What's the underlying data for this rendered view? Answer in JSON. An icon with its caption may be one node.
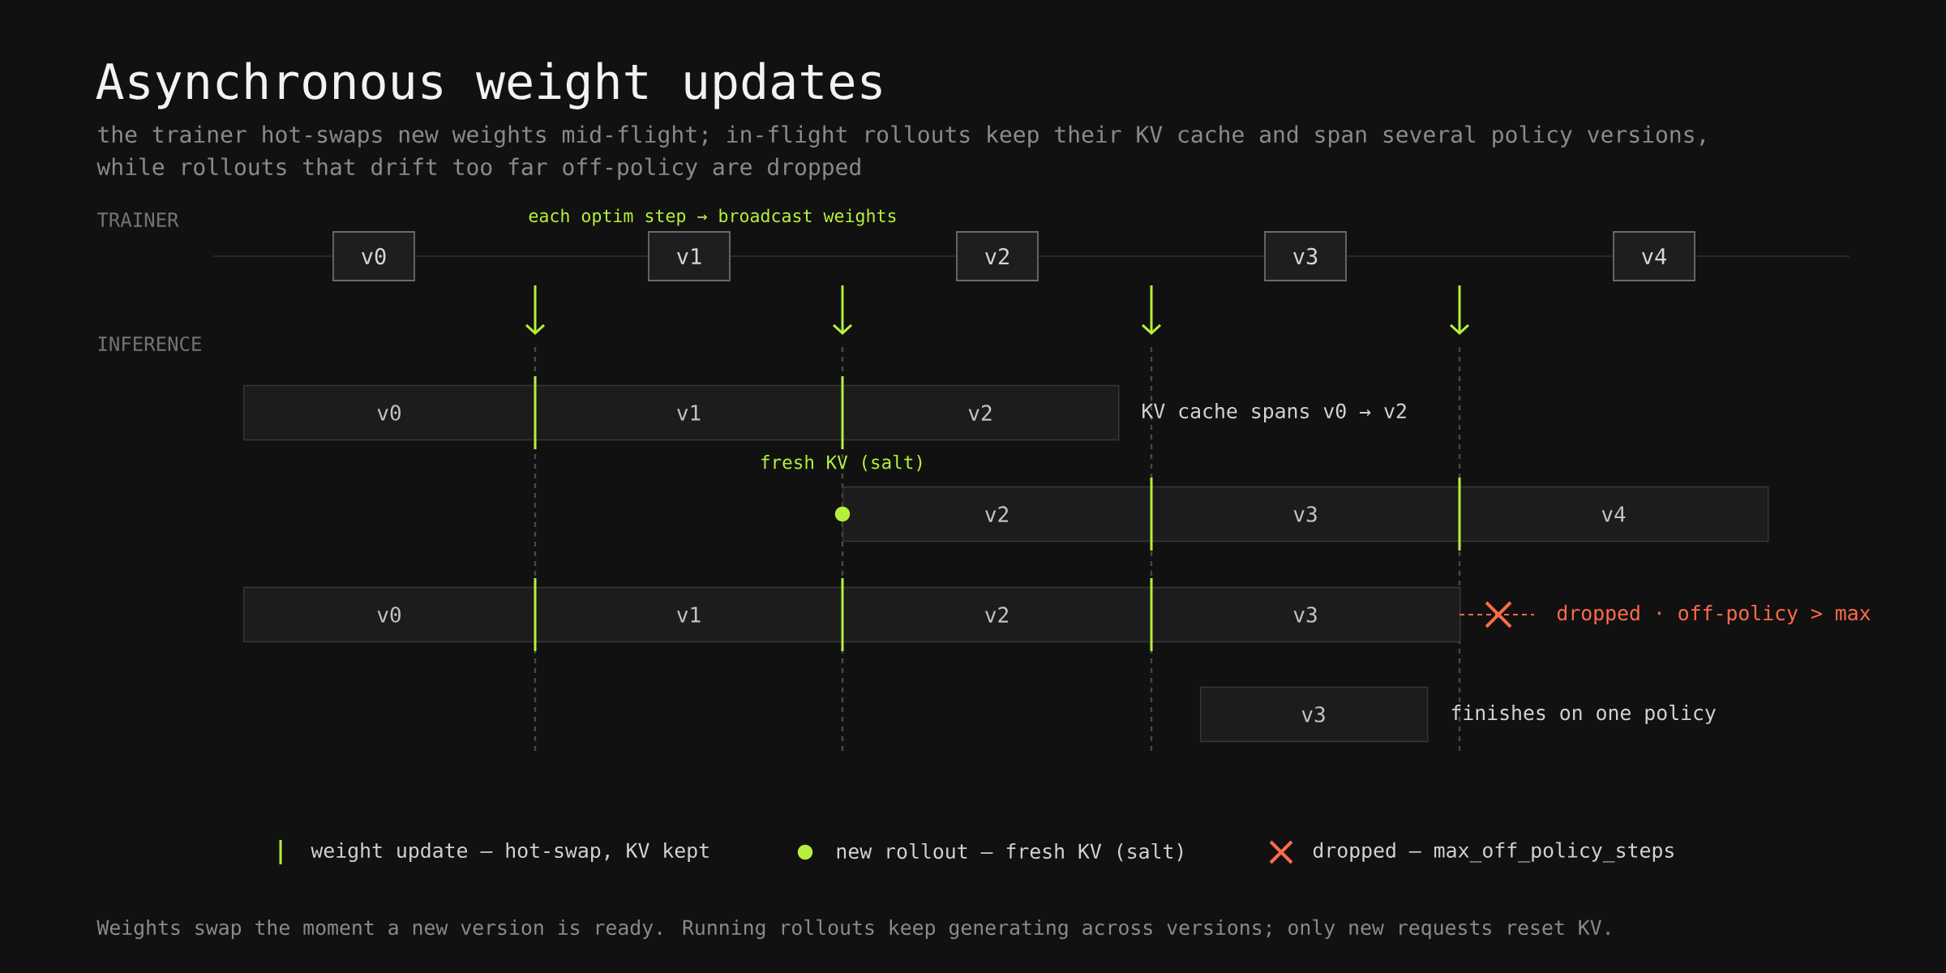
{
  "diagram": {
    "title": "Asynchronous weight updates",
    "caption": "Weights swap the moment a new version is ready. Running rollouts keep generating across versions; only new requests reset KV.",
    "nodes": [
      {
        "text": [
          "v0"
        ]
      },
      {
        "text": [
          "v1"
        ]
      },
      {
        "text": [
          "v2"
        ]
      },
      {
        "text": [
          "v3"
        ]
      },
      {
        "text": [
          "v4"
        ]
      },
      {
        "text": [
          "v0",
          "v1",
          "v2"
        ],
        "beside": [
          "KV cache spans v0 → v2"
        ]
      },
      {
        "text": [
          "v2",
          "v3",
          "v4"
        ],
        "beside": [
          "fresh KV (salt)"
        ]
      },
      {
        "text": [
          "v0",
          "v1",
          "v2",
          "v3"
        ]
      },
      {
        "text": [
          "v3"
        ],
        "beside": [
          "finishes on one policy"
        ]
      }
    ],
    "labels": [
      "the trainer hot-swaps new weights mid-flight; in-flight rollouts keep their KV cache and span several policy versions, while rollouts that drift too far off-policy are dropped",
      "TRAINER",
      "each optim step → broadcast weights",
      "INFERENCE",
      "dropped · off-policy > max"
    ],
    "legend": [
      {
        "text": "weight update — hot-swap, KV kept"
      },
      {
        "text": "new rollout — fresh KV (salt)",
        "color": "#b6f03c"
      },
      {
        "text": "dropped — max_off_policy_steps"
      }
    ]
  }
}
